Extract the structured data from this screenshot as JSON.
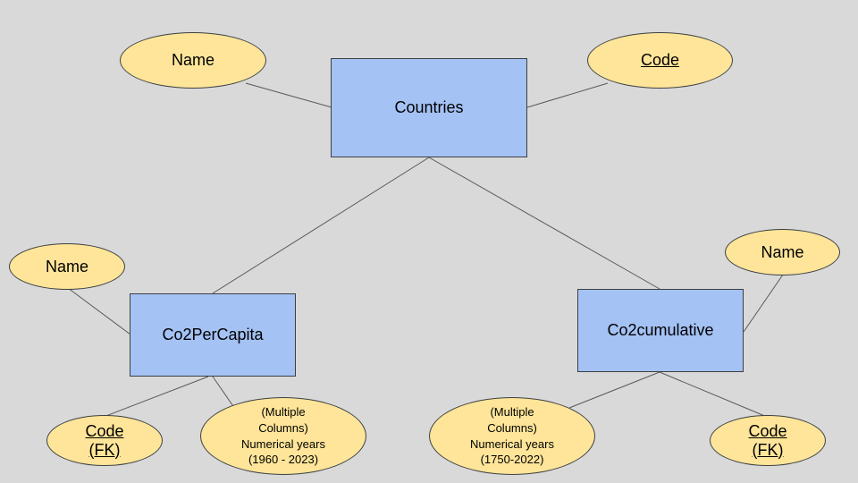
{
  "entities": {
    "countries": "Countries",
    "per_capita": "Co2PerCapita",
    "cumulative": "Co2cumulative"
  },
  "attributes": {
    "countries_name": "Name",
    "countries_code": "Code",
    "per_capita_name": "Name",
    "per_capita_code": [
      "Code",
      "(FK)"
    ],
    "per_capita_years": [
      "(Multiple",
      "Columns)",
      "Numerical years",
      "(1960 - 2023)"
    ],
    "cumulative_name": "Name",
    "cumulative_code": [
      "Code",
      "(FK)"
    ],
    "cumulative_years": [
      "(Multiple",
      "Columns)",
      "Numerical years",
      "(1750-2022)"
    ]
  },
  "colors": {
    "entity_fill": "#a4c2f4",
    "attribute_fill": "#ffe599",
    "background": "#d9d9d9",
    "line": "#595959"
  }
}
